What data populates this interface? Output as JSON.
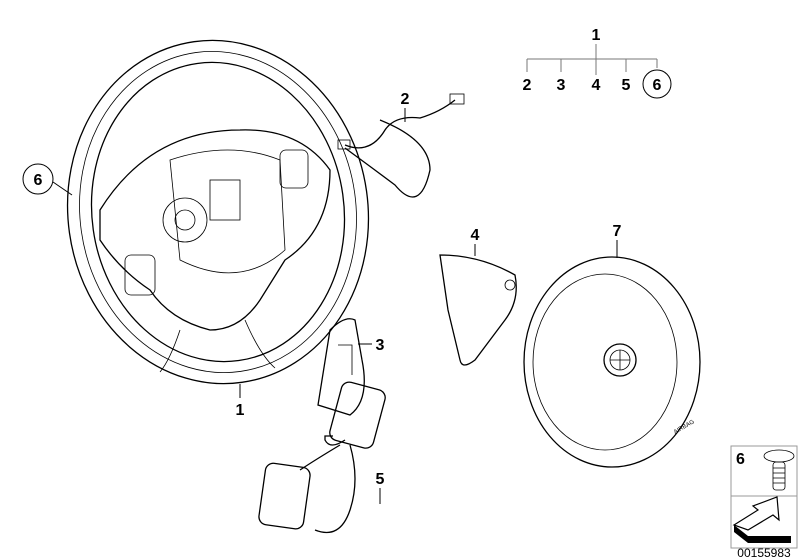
{
  "diagram": {
    "callouts": {
      "steering_wheel": "1",
      "cable": "2",
      "left_trim": "3",
      "right_trim": "4",
      "switch_cluster": "5",
      "screw": "6",
      "airbag": "7"
    },
    "tree": {
      "root": "1",
      "children": [
        "2",
        "3",
        "4",
        "5",
        "6"
      ]
    },
    "airbag_text": "AIRBAG",
    "legend_label": "6",
    "document_number": "00155983"
  }
}
